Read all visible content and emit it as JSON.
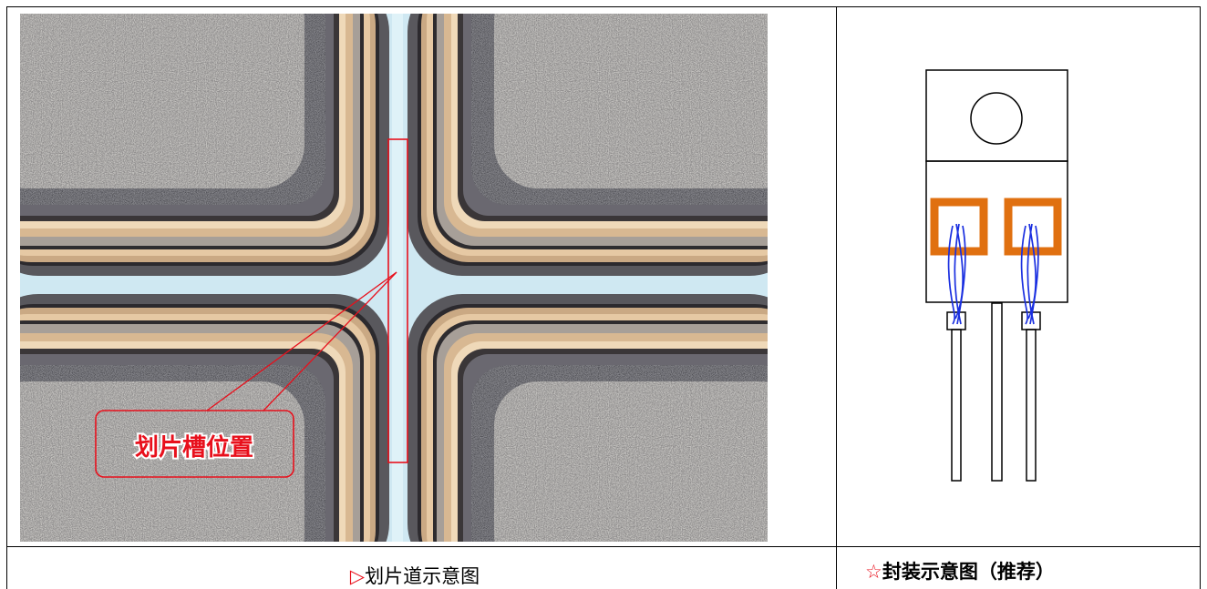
{
  "micrograph": {
    "callout_label": "划片槽位置"
  },
  "captions": {
    "left_marker": "▷",
    "left_text": "划片道示意图",
    "right_marker": "☆",
    "right_text": "封装示意图（推荐）"
  },
  "colors": {
    "accent_red": "#e8101c",
    "pad_orange": "#e07010",
    "bond_wire_blue": "#1a2fe0",
    "street_blue": "#cfe8f2"
  }
}
